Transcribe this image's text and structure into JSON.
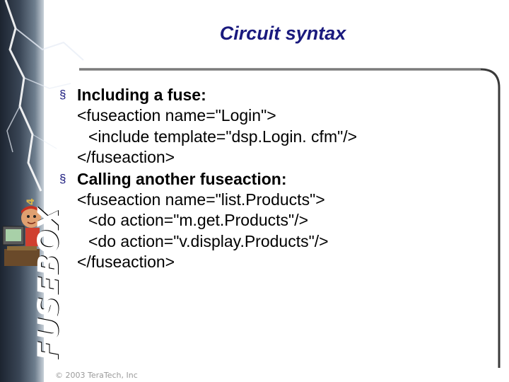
{
  "slide": {
    "title": "Circuit syntax",
    "bullets": [
      {
        "marker": "§",
        "heading": "Including a fuse:",
        "lines": [
          {
            "indent": 1,
            "text": "<fuseaction name=\"Login\">"
          },
          {
            "indent": 2,
            "text": "<include template=\"dsp.Login. cfm\"/>"
          },
          {
            "indent": 1,
            "text": "</fuseaction>"
          }
        ]
      },
      {
        "marker": "§",
        "heading": "Calling another fuseaction:",
        "lines": [
          {
            "indent": 1,
            "text": "<fuseaction name=\"list.Products\">"
          },
          {
            "indent": 2,
            "text": "<do action=\"m.get.Products\"/>"
          },
          {
            "indent": 2,
            "text": "<do action=\"v.display.Products\"/>"
          },
          {
            "indent": 1,
            "text": "</fuseaction>"
          }
        ]
      }
    ],
    "copyright": "© 2003 TeraTech, Inc"
  },
  "branding": {
    "logo_text": "FUSEBOX",
    "logo_suffix": "4"
  },
  "colors": {
    "title": "#1a1a7e",
    "bullet_marker": "#1a1a7e",
    "text": "#000000",
    "frame": "#3a3a3a",
    "copyright": "#9a9a9a"
  },
  "icons": {
    "bullet": "section-sign-icon",
    "decoration": "lightning-bolt-icon",
    "mascot": "developer-mascot-icon"
  }
}
